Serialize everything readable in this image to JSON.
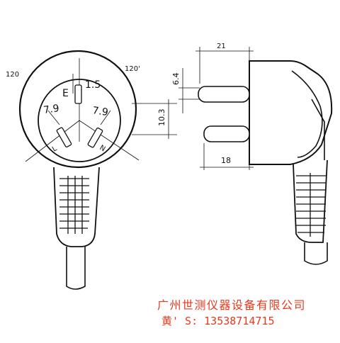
{
  "diagram": {
    "labels": {
      "angle_left": "120",
      "angle_right": "120'",
      "earth_label": "E",
      "earth_offset": "1.5",
      "pin_spacing_left": "7.9",
      "pin_spacing_right": "7.9",
      "live_label": "L",
      "neutral_label": "N",
      "dim_vertical": "10.3",
      "dim_width_top": "21",
      "dim_pin_width": "6.4",
      "dim_pin_length": "18"
    }
  },
  "footer": {
    "company": "广州世测仪器设备有限公司",
    "contact": "黄' S: 13538714715"
  },
  "colors": {
    "line": "#111111",
    "brand_text": "#e8391c"
  }
}
